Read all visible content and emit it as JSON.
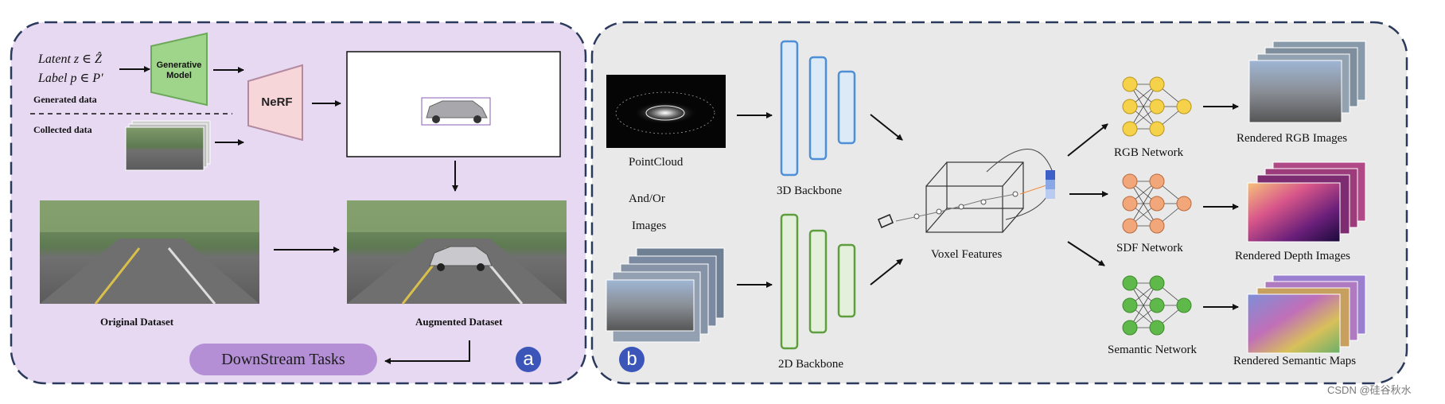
{
  "panel_a": {
    "badge": "a",
    "latent_line": "Latent z ∈ Ẑ",
    "label_line": "Label p ∈ P′",
    "generative_model_line1": "Generative",
    "generative_model_line2": "Model",
    "nerf": "NeRF",
    "generated_data": "Generated data",
    "collected_data": "Collected data",
    "original_dataset": "Original Dataset",
    "augmented_dataset": "Augmented Dataset",
    "downstream_tasks": "DownStream Tasks"
  },
  "panel_b": {
    "badge": "b",
    "pointcloud": "PointCloud",
    "and_or": "And/Or",
    "images": "Images",
    "backbone_3d": "3D Backbone",
    "backbone_2d": "2D Backbone",
    "voxel_features": "Voxel Features",
    "rgb_network": "RGB Network",
    "sdf_network": "SDF Network",
    "semantic_network": "Semantic Network",
    "rendered_rgb": "Rendered RGB Images",
    "rendered_depth": "Rendered Depth Images",
    "rendered_semantic": "Rendered Semantic Maps"
  },
  "watermark": "CSDN @硅谷秋水",
  "colors": {
    "panel_a_bg": "#e6d9f1",
    "panel_b_bg": "#e9e9ea",
    "dashed_border": "#2b3a5c",
    "badge_blue": "#3b56b8",
    "generative_green": "#9fd58a",
    "nerf_pink": "#f7d6da",
    "backbone_blue": "#4f8fd6",
    "backbone_green": "#5e9e3e",
    "rgb_node": "#f5d24a",
    "sdf_node": "#f2a77a",
    "semantic_node": "#5fb94a",
    "pill": "#b58fd6"
  }
}
